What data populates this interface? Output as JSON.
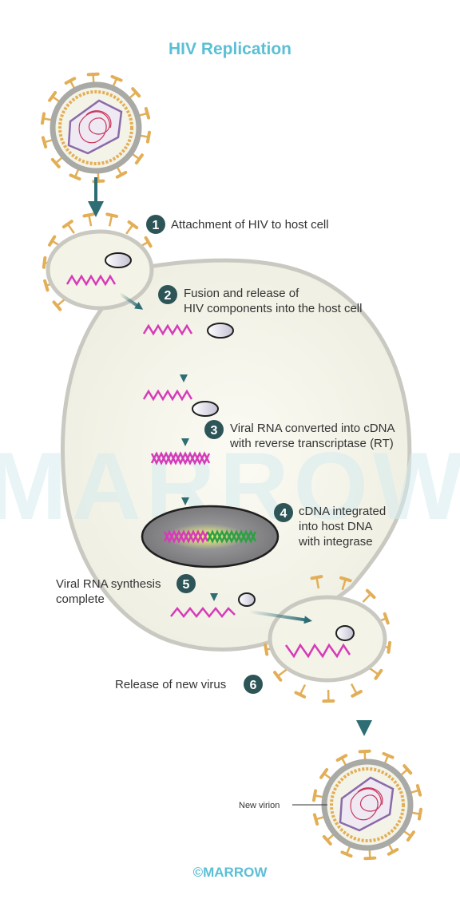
{
  "title": "HIV Replication",
  "watermark": "MARROW",
  "credit": "©MARROW",
  "steps": [
    {
      "number": "1",
      "label_lines": [
        "Attachment of HIV to host cell"
      ]
    },
    {
      "number": "2",
      "label_lines": [
        "Fusion and release of",
        "HIV components into the host cell"
      ]
    },
    {
      "number": "3",
      "label_lines": [
        "Viral RNA converted into cDNA",
        "with reverse transcriptase (RT)"
      ]
    },
    {
      "number": "4",
      "label_lines": [
        "cDNA integrated",
        "into host DNA",
        "with integrase"
      ]
    },
    {
      "number": "5",
      "label_lines": [
        "Viral RNA synthesis",
        "complete"
      ]
    },
    {
      "number": "6",
      "label_lines": [
        "Release of new virus"
      ]
    }
  ],
  "new_virion_label": "New virion",
  "colors": {
    "title": "#5bbfd6",
    "arrow": "#2d6d73",
    "step_badge": "#2d5558",
    "rna": "#d63ab8",
    "cdna": "#2ea043",
    "cell_fill": "#f4f3e7",
    "cell_border": "#c9c9c2",
    "spike": "#e2ae56",
    "nucleus": "#8a8a8c",
    "watermark": "#d6ecef"
  }
}
